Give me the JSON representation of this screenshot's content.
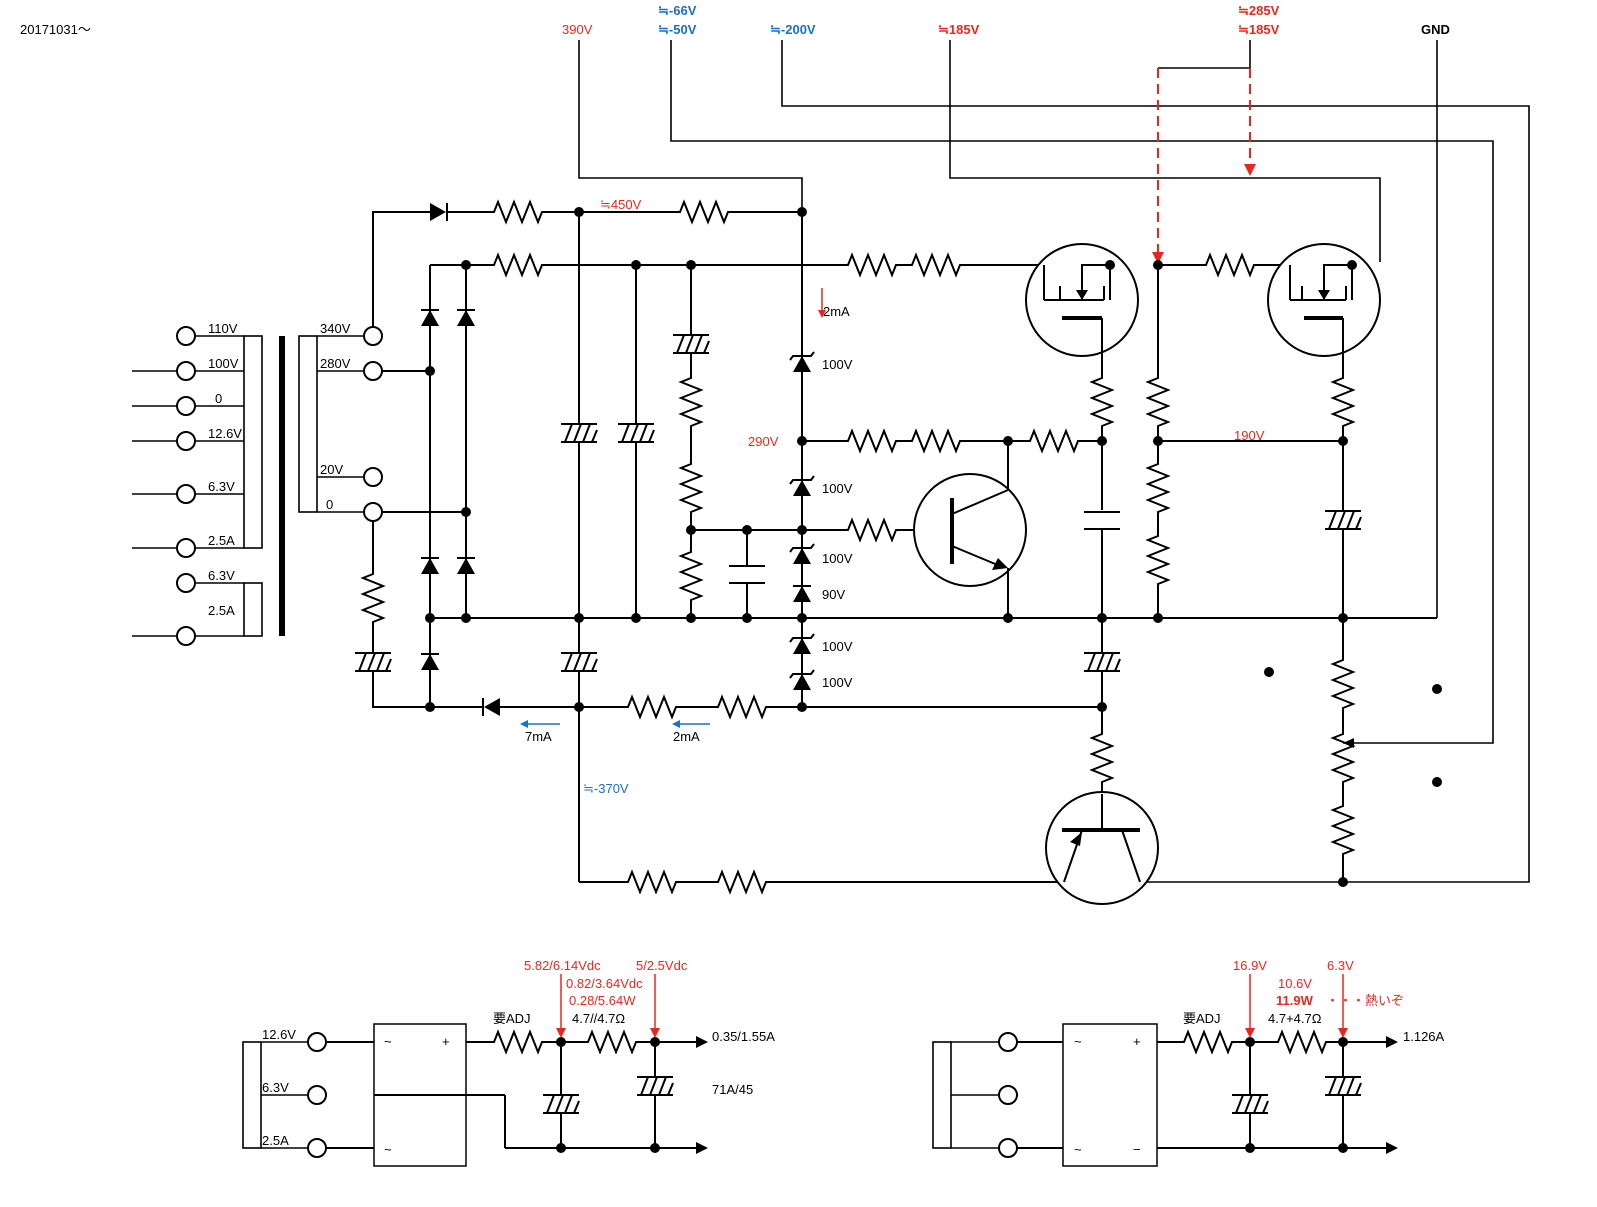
{
  "header": {
    "date": "20171031〜"
  },
  "colors": {
    "red": "#e8281e",
    "blue": "#1b6fc4",
    "wire": "#000000"
  },
  "top_labels": {
    "v390": "390V",
    "v66": "≒-66V",
    "v50": "≒-50V",
    "v200": "≒-200V",
    "v185a": "≒185V",
    "v285": "≒285V",
    "v185b": "≒185V",
    "gnd": "GND"
  },
  "transformer": {
    "primary": [
      "110V",
      "100V",
      "0"
    ],
    "secondary": [
      "340V",
      "280V",
      "20V",
      "0"
    ],
    "heater1": [
      "12.6V",
      "6.3V",
      "2.5A"
    ],
    "heater2": [
      "6.3V",
      "2.5A"
    ]
  },
  "main": {
    "v450": "≒450V",
    "i2ma_top": "2mA",
    "zener1": "100V",
    "v290": "290V",
    "zener2": "100V",
    "zener3": "100V",
    "zener4": "90V",
    "zener5": "100V",
    "zener6": "100V",
    "v190": "190V",
    "i7ma": "7mA",
    "i2ma_bot": "2mA",
    "v370": "≒-370V"
  },
  "heater_left": {
    "taps": [
      "12.6V",
      "6.3V",
      "2.5A"
    ],
    "v1": "5.82/6.14Vdc",
    "v2": "5/2.5Vdc",
    "v3": "0.82/3.64Vdc",
    "p1": "0.28/5.64W",
    "adj": "要ADJ",
    "res": "4.7//4.7Ω",
    "iout": "0.35/1.55A",
    "model": "71A/45",
    "ac1": "~",
    "ac2": "~",
    "plus": "+"
  },
  "heater_right": {
    "v1": "16.9V",
    "v2": "10.6V",
    "v3": "6.3V",
    "p1": "11.9W",
    "note": "・・・熱いぞ",
    "adj": "要ADJ",
    "res": "4.7+4.7Ω",
    "iout": "1.126A",
    "ac1": "~",
    "ac2": "~",
    "plus": "+",
    "minus": "−"
  }
}
